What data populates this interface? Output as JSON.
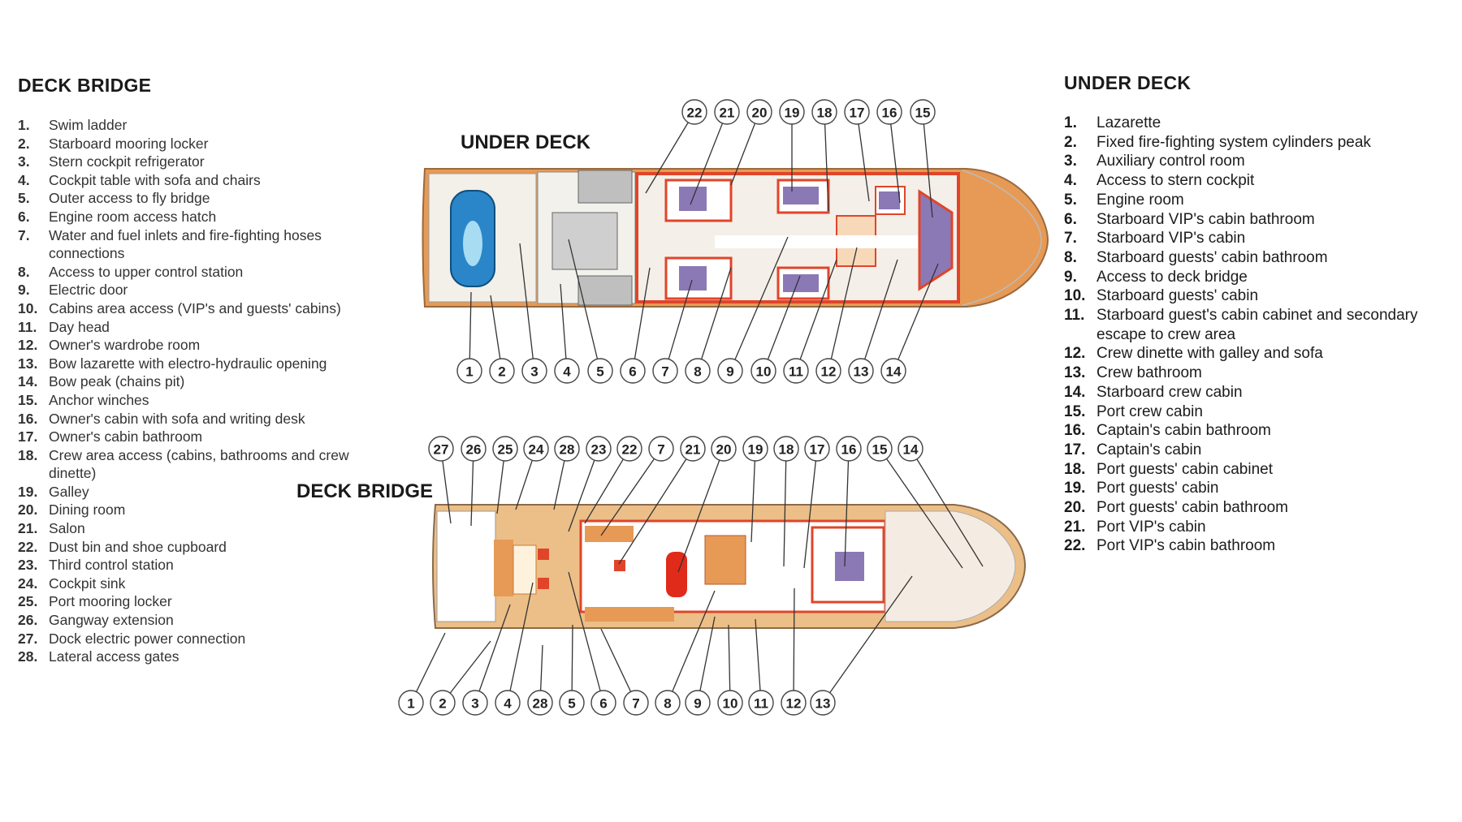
{
  "left_legend": {
    "title": "DECK BRIDGE",
    "items": [
      {
        "num": "1.",
        "text": "Swim ladder"
      },
      {
        "num": "2.",
        "text": "Starboard mooring locker"
      },
      {
        "num": "3.",
        "text": "Stern cockpit refrigerator"
      },
      {
        "num": "4.",
        "text": "Cockpit table with sofa and chairs"
      },
      {
        "num": "5.",
        "text": "Outer access to fly bridge"
      },
      {
        "num": "6.",
        "text": "Engine room access hatch"
      },
      {
        "num": "7.",
        "text": "Water and fuel inlets and fire-fighting hoses connections"
      },
      {
        "num": "8.",
        "text": "Access to upper control station"
      },
      {
        "num": "9.",
        "text": "Electric door"
      },
      {
        "num": "10.",
        "text": "Cabins area access (VIP's and guests' cabins)"
      },
      {
        "num": "11.",
        "text": "Day head"
      },
      {
        "num": "12.",
        "text": "Owner's wardrobe room"
      },
      {
        "num": "13.",
        "text": "Bow lazarette with electro-hydraulic opening"
      },
      {
        "num": "14.",
        "text": "Bow peak (chains pit)"
      },
      {
        "num": "15.",
        "text": "Anchor winches"
      },
      {
        "num": "16.",
        "text": "Owner's cabin with sofa and writing desk"
      },
      {
        "num": "17.",
        "text": "Owner's cabin bathroom"
      },
      {
        "num": "18.",
        "text": "Crew area access (cabins, bathrooms and crew dinette)"
      },
      {
        "num": "19.",
        "text": "Galley"
      },
      {
        "num": "20.",
        "text": "Dining room"
      },
      {
        "num": "21.",
        "text": "Salon"
      },
      {
        "num": "22.",
        "text": "Dust bin and shoe cupboard"
      },
      {
        "num": "23.",
        "text": "Third control station"
      },
      {
        "num": "24.",
        "text": "Cockpit sink"
      },
      {
        "num": "25.",
        "text": "Port mooring locker"
      },
      {
        "num": "26.",
        "text": "Gangway extension"
      },
      {
        "num": "27.",
        "text": "Dock electric power connection"
      },
      {
        "num": "28.",
        "text": "Lateral access gates"
      }
    ]
  },
  "right_legend": {
    "title": "UNDER DECK",
    "items": [
      {
        "num": "1.",
        "text": "Lazarette"
      },
      {
        "num": "2.",
        "text": "Fixed fire-fighting system cylinders peak"
      },
      {
        "num": "3.",
        "text": "Auxiliary control room"
      },
      {
        "num": "4.",
        "text": "Access to stern cockpit"
      },
      {
        "num": "5.",
        "text": "Engine room"
      },
      {
        "num": "6.",
        "text": "Starboard VIP's cabin bathroom"
      },
      {
        "num": "7.",
        "text": "Starboard VIP's cabin"
      },
      {
        "num": "8.",
        "text": "Starboard guests' cabin bathroom"
      },
      {
        "num": "9.",
        "text": "Access to deck bridge"
      },
      {
        "num": "10.",
        "text": "Starboard guests' cabin"
      },
      {
        "num": "11.",
        "text": "Starboard guest's cabin cabinet and secondary escape to crew area"
      },
      {
        "num": "12.",
        "text": "Crew dinette with galley and sofa"
      },
      {
        "num": "13.",
        "text": "Crew bathroom"
      },
      {
        "num": "14.",
        "text": "Starboard crew cabin"
      },
      {
        "num": "15.",
        "text": "Port crew cabin"
      },
      {
        "num": "16.",
        "text": "Captain's cabin bathroom"
      },
      {
        "num": "17.",
        "text": "Captain's cabin"
      },
      {
        "num": "18.",
        "text": "Port guests' cabin cabinet"
      },
      {
        "num": "19.",
        "text": "Port guests' cabin"
      },
      {
        "num": "20.",
        "text": "Port guests' cabin bathroom"
      },
      {
        "num": "21.",
        "text": "Port VIP's cabin"
      },
      {
        "num": "22.",
        "text": "Port VIP's cabin bathroom"
      }
    ]
  },
  "under_deck_plan": {
    "title": "UNDER DECK",
    "top_callouts": [
      "22",
      "21",
      "20",
      "19",
      "18",
      "17",
      "16",
      "15"
    ],
    "bottom_callouts": [
      "1",
      "2",
      "3",
      "4",
      "5",
      "6",
      "7",
      "8",
      "9",
      "10",
      "11",
      "12",
      "13",
      "14"
    ]
  },
  "deck_bridge_plan": {
    "title": "DECK BRIDGE",
    "top_callouts": [
      "27",
      "26",
      "25",
      "24",
      "28",
      "23",
      "22",
      "7",
      "21",
      "20",
      "19",
      "18",
      "17",
      "16",
      "15",
      "14"
    ],
    "bottom_callouts": [
      "1",
      "2",
      "3",
      "4",
      "28",
      "5",
      "6",
      "7",
      "8",
      "9",
      "10",
      "11",
      "12",
      "13"
    ]
  },
  "colors": {
    "hull_orange": "#e79a55",
    "wall_red": "#e0452a",
    "cabin_purple": "#8b79b5",
    "deck_tan": "#ecbf88",
    "table_red": "#e02a1a"
  }
}
